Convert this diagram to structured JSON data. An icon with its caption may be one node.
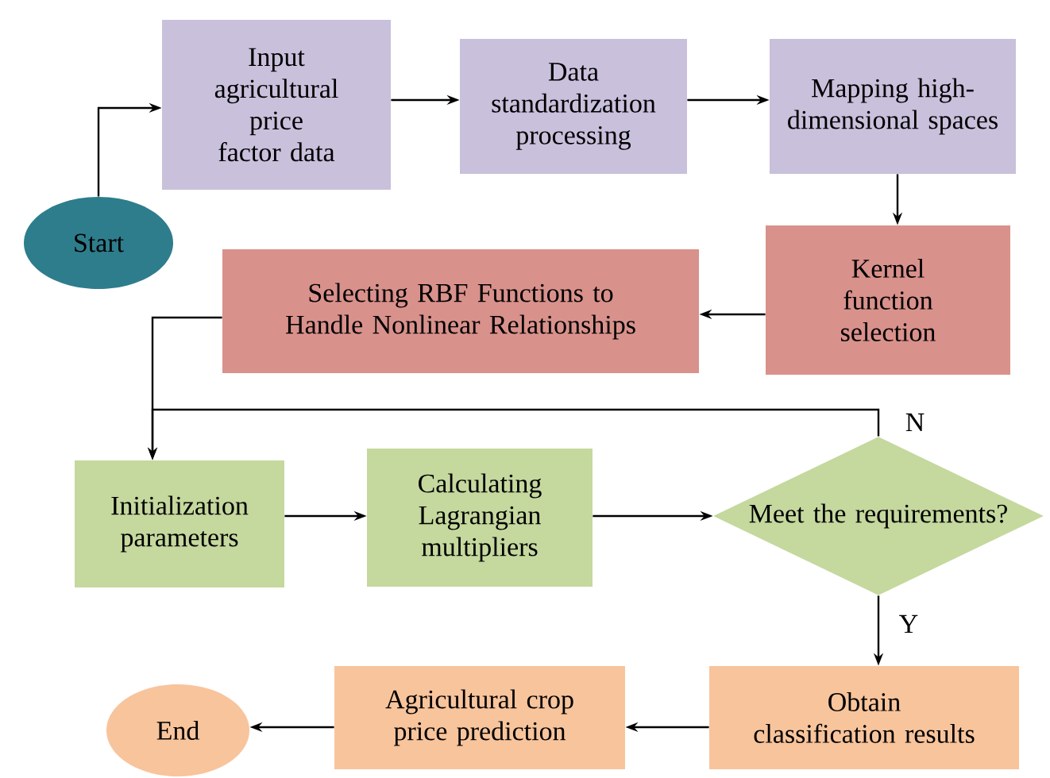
{
  "diagram": {
    "nodes": [
      {
        "text": [
          "Start"
        ]
      },
      {
        "text": [
          "Input agricultural price factor data"
        ]
      },
      {
        "text": [
          "Data standardization processing"
        ]
      },
      {
        "text": [
          "Mapping high-dimensional spaces"
        ]
      },
      {
        "text": [
          "Kernel function selection"
        ]
      },
      {
        "text": [
          "Selecting RBF Functions to Handle Nonlinear Relationships"
        ]
      },
      {
        "text": [
          "Initialization parameters"
        ]
      },
      {
        "text": [
          "Calculating Lagrangian multipliers"
        ]
      },
      {
        "text": [
          "Meet the requirements?"
        ]
      },
      {
        "text": [
          "Obtain classification results"
        ]
      },
      {
        "text": [
          "Agricultural crop price prediction"
        ]
      },
      {
        "text": [
          "End"
        ]
      }
    ],
    "edges": [
      {
        "from": 0,
        "to": 1,
        "arrow": "to"
      },
      {
        "from": 1,
        "to": 2,
        "arrow": "to"
      },
      {
        "from": 2,
        "to": 3,
        "arrow": "to"
      },
      {
        "from": 3,
        "to": 4,
        "arrow": "to"
      },
      {
        "from": 4,
        "to": 5,
        "arrow": "to"
      },
      {
        "from": 5,
        "to": 6,
        "arrow": "to"
      },
      {
        "from": 6,
        "to": 7,
        "arrow": "to"
      },
      {
        "from": 7,
        "to": 8,
        "arrow": "to"
      },
      {
        "from": 8,
        "to": 6,
        "arrow": "to",
        "label": "N"
      },
      {
        "from": 8,
        "to": 9,
        "arrow": "to",
        "label": "Y"
      },
      {
        "from": 9,
        "to": 10,
        "arrow": "to"
      },
      {
        "from": 10,
        "to": 11,
        "arrow": "to"
      }
    ]
  }
}
